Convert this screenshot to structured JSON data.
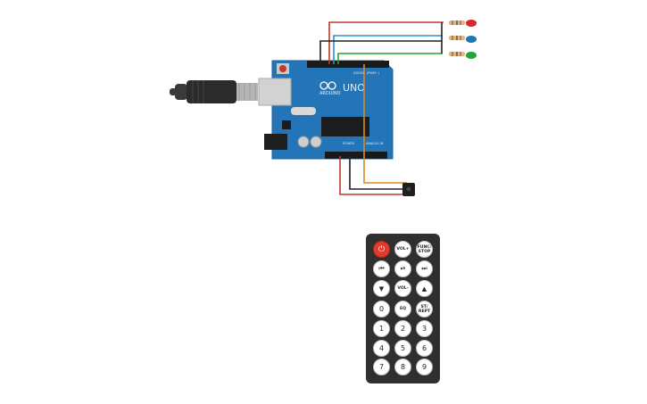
{
  "arduino": {
    "brand": "ARDUINO",
    "model": "UNO",
    "digital_label": "DIGITAL (PWM~)",
    "power_label": "POWER",
    "analog_label": "ANALOG IN"
  },
  "leds": [
    {
      "name": "red-led",
      "color": "#d62828"
    },
    {
      "name": "blue-led",
      "color": "#1f78b4"
    },
    {
      "name": "green-led",
      "color": "#22a33a"
    }
  ],
  "wires": {
    "red": "#c0392b",
    "blue": "#2d8fd6",
    "green": "#2ca02c",
    "black": "#222222",
    "orange": "#e08a1e"
  },
  "remote": {
    "buttons": [
      {
        "id": "power",
        "label": "⏻",
        "type": "power"
      },
      {
        "id": "vol-up",
        "label": "VOL+",
        "type": "small"
      },
      {
        "id": "func-stop",
        "label": "FUNC/ STOP",
        "type": "small"
      },
      {
        "id": "prev",
        "label": "⏮",
        "type": "sym"
      },
      {
        "id": "play-pause",
        "label": "⏯",
        "type": "sym"
      },
      {
        "id": "next",
        "label": "⏭",
        "type": "sym"
      },
      {
        "id": "down",
        "label": "▼",
        "type": "sym"
      },
      {
        "id": "vol-down",
        "label": "VOL-",
        "type": "small"
      },
      {
        "id": "up",
        "label": "▲",
        "type": "sym"
      },
      {
        "id": "zero",
        "label": "0",
        "type": "num"
      },
      {
        "id": "eq",
        "label": "EQ",
        "type": "small"
      },
      {
        "id": "st-rept",
        "label": "ST/ REPT",
        "type": "small"
      },
      {
        "id": "one",
        "label": "1",
        "type": "num"
      },
      {
        "id": "two",
        "label": "2",
        "type": "num"
      },
      {
        "id": "three",
        "label": "3",
        "type": "num"
      },
      {
        "id": "four",
        "label": "4",
        "type": "num"
      },
      {
        "id": "five",
        "label": "5",
        "type": "num"
      },
      {
        "id": "six",
        "label": "6",
        "type": "num"
      },
      {
        "id": "seven",
        "label": "7",
        "type": "num"
      },
      {
        "id": "eight",
        "label": "8",
        "type": "num"
      },
      {
        "id": "nine",
        "label": "9",
        "type": "num"
      }
    ]
  }
}
